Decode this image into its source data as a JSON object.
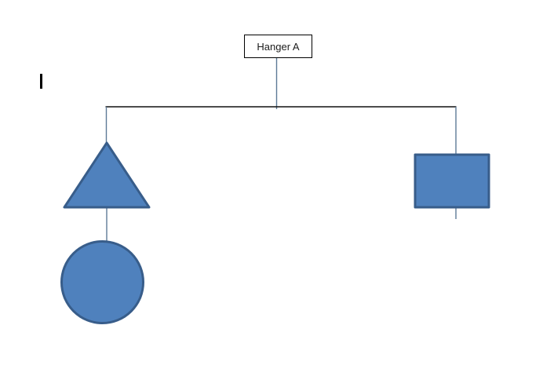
{
  "diagram": {
    "root_label": "Hanger A",
    "shapes": [
      {
        "name": "triangle"
      },
      {
        "name": "circle"
      },
      {
        "name": "rectangle"
      }
    ]
  },
  "colors": {
    "shape_fill": "#4f81bd",
    "shape_stroke": "#385d8a",
    "connector_line": "#5d7a96",
    "beam_line": "#101010",
    "label_box_border": "#000000",
    "label_box_fill": "#ffffff",
    "label_text": "#1c1c1c",
    "cursor": "#000000",
    "background": "#ffffff"
  },
  "cursor": {
    "visible": true
  }
}
